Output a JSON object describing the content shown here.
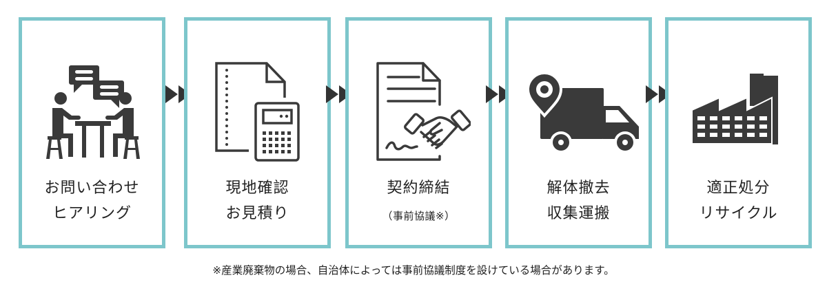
{
  "colors": {
    "border": "#7dc6cb",
    "icon": "#3a3a3a",
    "arrow": "#333333",
    "text": "#222222"
  },
  "steps": [
    {
      "icon": "consultation-meeting-icon",
      "line1": "お問い合わせ",
      "line2": "ヒアリング"
    },
    {
      "icon": "document-calculator-icon",
      "line1": "現地確認",
      "line2": "お見積り"
    },
    {
      "icon": "contract-handshake-icon",
      "line1": "契約締結",
      "line2": "（事前協議※）"
    },
    {
      "icon": "delivery-truck-location-icon",
      "line1": "解体撤去",
      "line2": "収集運搬"
    },
    {
      "icon": "factory-icon",
      "line1": "適正処分",
      "line2": "リサイクル"
    }
  ],
  "arrows": [
    "double-arrow-icon",
    "double-arrow-icon",
    "double-arrow-icon",
    "double-arrow-icon"
  ],
  "footer": {
    "note": "※産業廃棄物の場合、自治体によっては事前協議制度を設けている場合があります。"
  }
}
